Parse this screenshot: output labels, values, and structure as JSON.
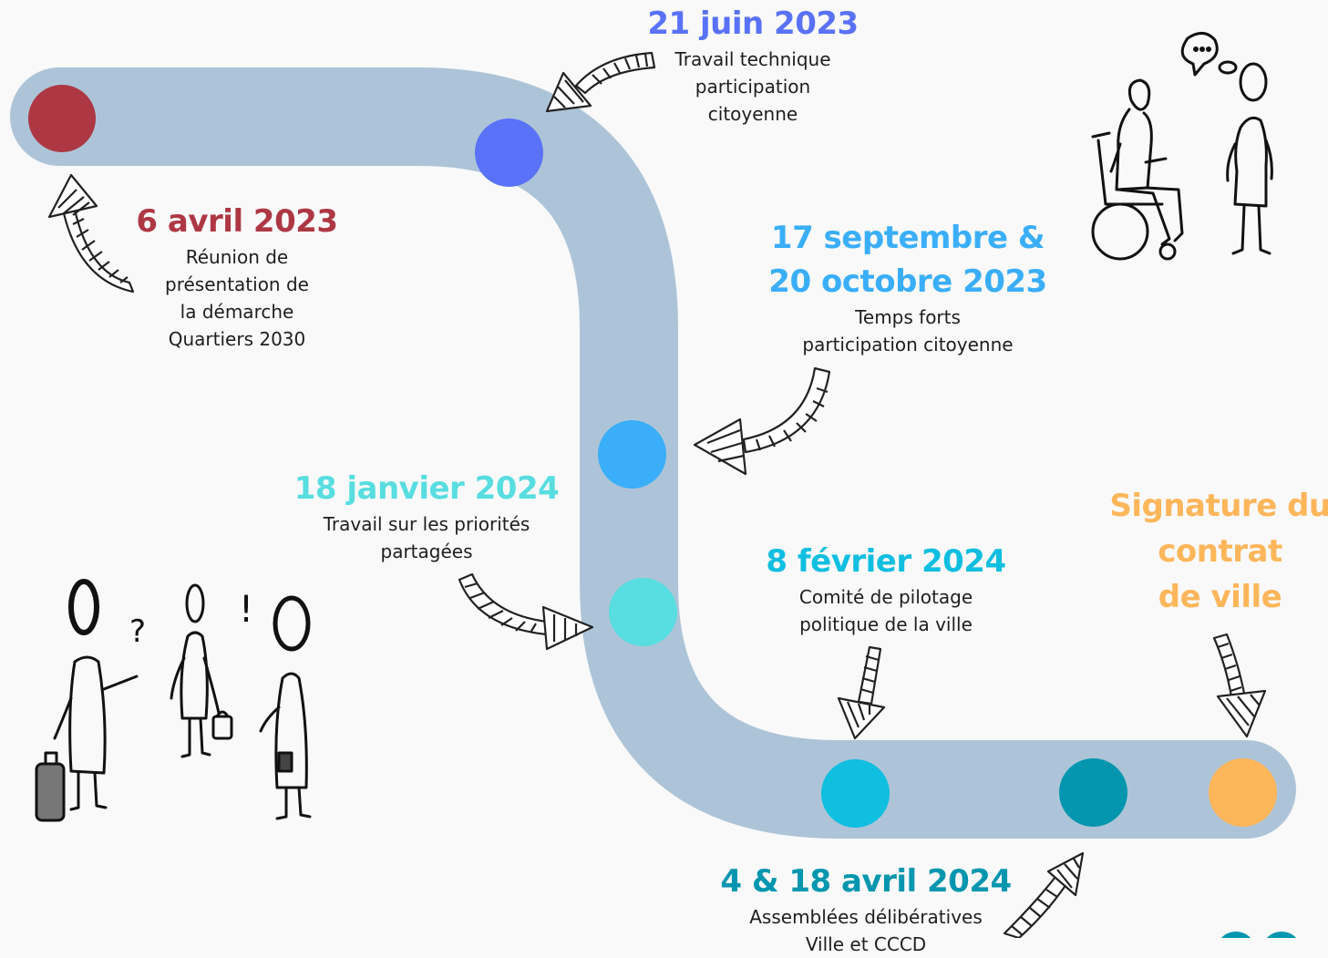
{
  "colors": {
    "track": "#adc4d8",
    "background": "#f9f9f9",
    "red": "#ad3844",
    "blue": "#5a72f7",
    "sky": "#3aaef8",
    "aqua": "#58dde0",
    "cyan": "#10bee0",
    "teal": "#0496ae",
    "orange": "#fdb65a",
    "text": "#1e1e1e"
  },
  "milestones": [
    {
      "id": "avril-2023",
      "date": "6 avril 2023",
      "desc": [
        "Réunion de",
        "présentation de",
        "la démarche",
        "Quartiers 2030"
      ],
      "color": "#ad3844"
    },
    {
      "id": "juin-2023",
      "date": "21 juin 2023",
      "desc": [
        "Travail technique",
        "participation",
        "citoyenne"
      ],
      "color": "#5a72f7"
    },
    {
      "id": "sept-oct-2023",
      "date": [
        "17 septembre &",
        "20 octobre 2023"
      ],
      "desc": [
        "Temps forts",
        "participation citoyenne"
      ],
      "color": "#3aaef8"
    },
    {
      "id": "janvier-2024",
      "date": "18 janvier 2024",
      "desc": [
        "Travail sur les priorités",
        "partagées"
      ],
      "color": "#58dde0"
    },
    {
      "id": "fevrier-2024",
      "date": "8 février 2024",
      "desc": [
        "Comité de pilotage",
        "politique de la ville"
      ],
      "color": "#10bee0"
    },
    {
      "id": "avril-2024",
      "date": "4 & 18 avril 2024",
      "desc": [
        "Assemblées délibératives",
        "Ville et CCCD"
      ],
      "color": "#0496ae"
    },
    {
      "id": "signature",
      "date": [
        "Signature du",
        "contrat",
        "de ville"
      ],
      "desc": [],
      "color": "#fdb65a"
    }
  ],
  "icons": {
    "arrows": "hatched-curved-arrow-icon",
    "top_right": "wheelchair-conversation-illustration",
    "bottom_left": "people-with-luggage-illustration"
  }
}
